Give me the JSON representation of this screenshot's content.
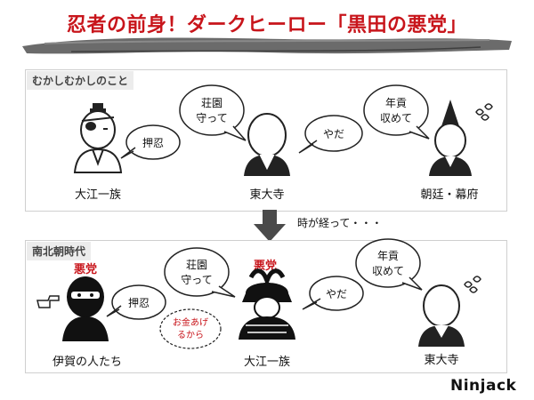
{
  "title": "忍者の前身！ダークヒーロー「黒田の悪党」",
  "panel_top": {
    "label": "むかしむかしのこと",
    "caption_left": "大江一族",
    "caption_center": "東大寺",
    "caption_right": "朝廷・幕府",
    "bubble_oshi": "押忍",
    "bubble_shoen_1": "荘園",
    "bubble_shoen_2": "守って",
    "bubble_yada": "やだ",
    "bubble_nengu_1": "年貢",
    "bubble_nengu_2": "収めて"
  },
  "arrow_text": "時が経って・・・",
  "panel_bottom": {
    "label": "南北朝時代",
    "akuto_left": "悪党",
    "akuto_center": "悪党",
    "caption_left": "伊賀の人たち",
    "caption_center": "大江一族",
    "caption_right": "東大寺",
    "bubble_oshi": "押忍",
    "bubble_shoen_1": "荘園",
    "bubble_shoen_2": "守って",
    "bubble_okane_1": "お金あげ",
    "bubble_okane_2": "るから",
    "bubble_yada": "やだ",
    "bubble_nengu_1": "年貢",
    "bubble_nengu_2": "収めて"
  },
  "logo": "Ninjack",
  "colors": {
    "accent_red": "#c8151b",
    "panel_border": "#cfcfcf",
    "label_bg": "#ececec"
  }
}
